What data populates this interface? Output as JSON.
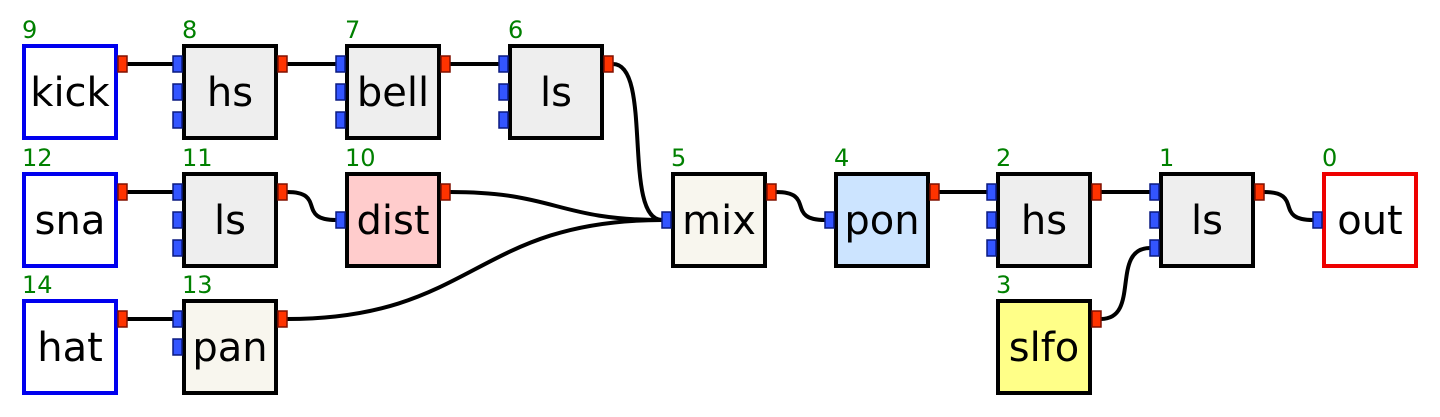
{
  "colors": {
    "source_border": "#0000ee",
    "output_border": "#ee0000",
    "node_border": "#000000",
    "id_text": "#008000",
    "port_in": "#3355ff",
    "port_out": "#ff3300"
  },
  "nodes": [
    {
      "key": "n9",
      "id": "9",
      "label": "kick",
      "kind": "source",
      "fill": "#ffffff",
      "inputs": 0
    },
    {
      "key": "n8",
      "id": "8",
      "label": "hs",
      "kind": "effect",
      "fill": "#eeeeee",
      "inputs": 3
    },
    {
      "key": "n7",
      "id": "7",
      "label": "bell",
      "kind": "effect",
      "fill": "#eeeeee",
      "inputs": 3
    },
    {
      "key": "n6",
      "id": "6",
      "label": "ls",
      "kind": "effect",
      "fill": "#eeeeee",
      "inputs": 3
    },
    {
      "key": "n12",
      "id": "12",
      "label": "sna",
      "kind": "source",
      "fill": "#ffffff",
      "inputs": 0
    },
    {
      "key": "n11",
      "id": "11",
      "label": "ls",
      "kind": "effect",
      "fill": "#eeeeee",
      "inputs": 3
    },
    {
      "key": "n10",
      "id": "10",
      "label": "dist",
      "kind": "effect",
      "fill": "#ffcccc",
      "inputs": 1
    },
    {
      "key": "n14",
      "id": "14",
      "label": "hat",
      "kind": "source",
      "fill": "#ffffff",
      "inputs": 0
    },
    {
      "key": "n13",
      "id": "13",
      "label": "pan",
      "kind": "effect",
      "fill": "#f8f6ee",
      "inputs": 2
    },
    {
      "key": "n5",
      "id": "5",
      "label": "mix",
      "kind": "effect",
      "fill": "#f8f6ee",
      "inputs": 1
    },
    {
      "key": "n4",
      "id": "4",
      "label": "pon",
      "kind": "effect",
      "fill": "#cce4ff",
      "inputs": 1
    },
    {
      "key": "n2",
      "id": "2",
      "label": "hs",
      "kind": "effect",
      "fill": "#eeeeee",
      "inputs": 3
    },
    {
      "key": "n1",
      "id": "1",
      "label": "ls",
      "kind": "effect",
      "fill": "#eeeeee",
      "inputs": 3
    },
    {
      "key": "n0",
      "id": "0",
      "label": "out",
      "kind": "output",
      "fill": "#ffffff",
      "inputs": 1
    },
    {
      "key": "n3",
      "id": "3",
      "label": "slfo",
      "kind": "effect",
      "fill": "#ffff88",
      "inputs": 0
    }
  ],
  "edges": [
    {
      "from": "9",
      "to": "8",
      "port": 0
    },
    {
      "from": "8",
      "to": "7",
      "port": 0
    },
    {
      "from": "7",
      "to": "6",
      "port": 0
    },
    {
      "from": "6",
      "to": "5",
      "port": 0
    },
    {
      "from": "12",
      "to": "11",
      "port": 0
    },
    {
      "from": "11",
      "to": "10",
      "port": 0
    },
    {
      "from": "10",
      "to": "5",
      "port": 0
    },
    {
      "from": "14",
      "to": "13",
      "port": 0
    },
    {
      "from": "13",
      "to": "5",
      "port": 0
    },
    {
      "from": "5",
      "to": "4",
      "port": 0
    },
    {
      "from": "4",
      "to": "2",
      "port": 0
    },
    {
      "from": "2",
      "to": "1",
      "port": 0
    },
    {
      "from": "1",
      "to": "0",
      "port": 0
    },
    {
      "from": "3",
      "to": "1",
      "port": 2
    }
  ]
}
